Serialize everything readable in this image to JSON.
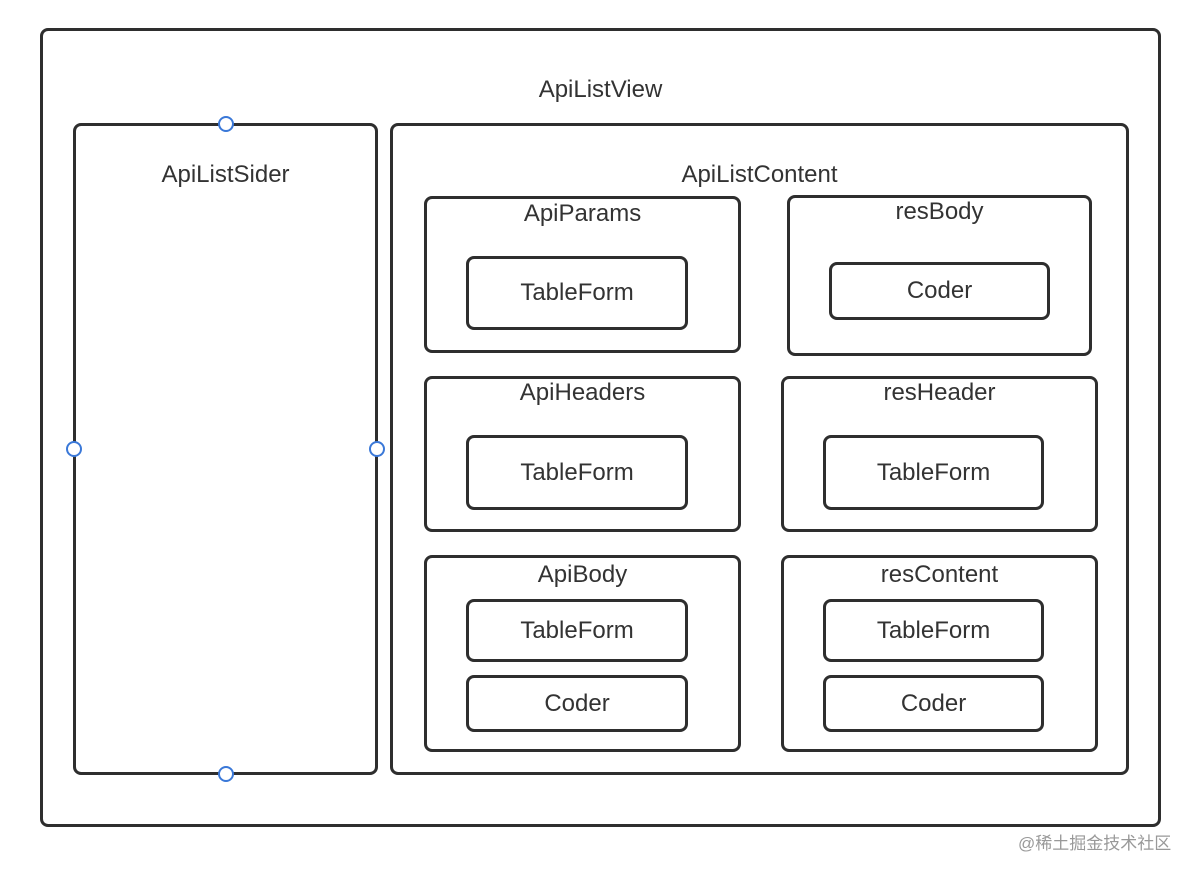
{
  "view": {
    "title": "ApiListView"
  },
  "sider": {
    "title": "ApiListSider"
  },
  "content": {
    "title": "ApiListContent",
    "panels": [
      {
        "title": "ApiParams",
        "children": [
          "TableForm"
        ]
      },
      {
        "title": "resBody",
        "children": [
          "Coder"
        ]
      },
      {
        "title": "ApiHeaders",
        "children": [
          "TableForm"
        ]
      },
      {
        "title": "resHeader",
        "children": [
          "TableForm"
        ]
      },
      {
        "title": "ApiBody",
        "children": [
          "TableForm",
          "Coder"
        ]
      },
      {
        "title": "resContent",
        "children": [
          "TableForm",
          "Coder"
        ]
      }
    ]
  },
  "colors": {
    "stroke": "#2e2e2e",
    "handle": "#3a78d8"
  },
  "watermark": "@稀土掘金技术社区"
}
